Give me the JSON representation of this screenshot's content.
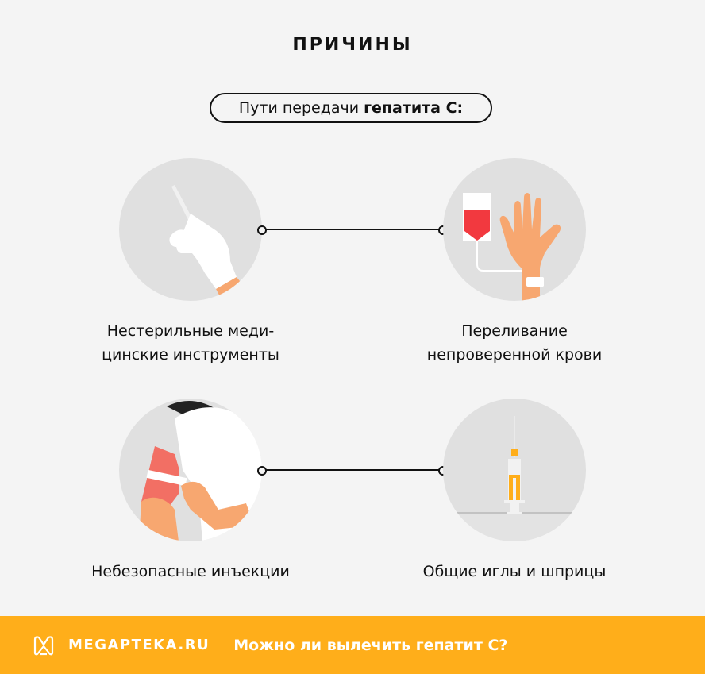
{
  "header": {
    "title": "ПРИЧИНЫ",
    "subtitle_regular": "Пути передачи",
    "subtitle_bold": "гепатита С:"
  },
  "causes": [
    {
      "label_line1": "Нестерильные меди-",
      "label_line2": "цинские инструменты",
      "icon": "gloved-hand-scalpel-icon"
    },
    {
      "label_line1": "Переливание",
      "label_line2": "непроверенной крови",
      "icon": "blood-transfusion-icon"
    },
    {
      "label_line1": "Небезопасные инъекции",
      "label_line2": "",
      "icon": "injection-arm-icon"
    },
    {
      "label_line1": "Общие иглы и шприцы",
      "label_line2": "",
      "icon": "syringe-icon"
    }
  ],
  "footer": {
    "brand": "MEGAPTEKA.RU",
    "link": "Можно ли вылечить гепатит С?",
    "color": "#ffae1a"
  },
  "colors": {
    "background": "#f4f4f4",
    "circle": "#e0e0e0",
    "skin": "#f7a770",
    "blood": "#f2393f",
    "accent": "#ffae1a"
  }
}
